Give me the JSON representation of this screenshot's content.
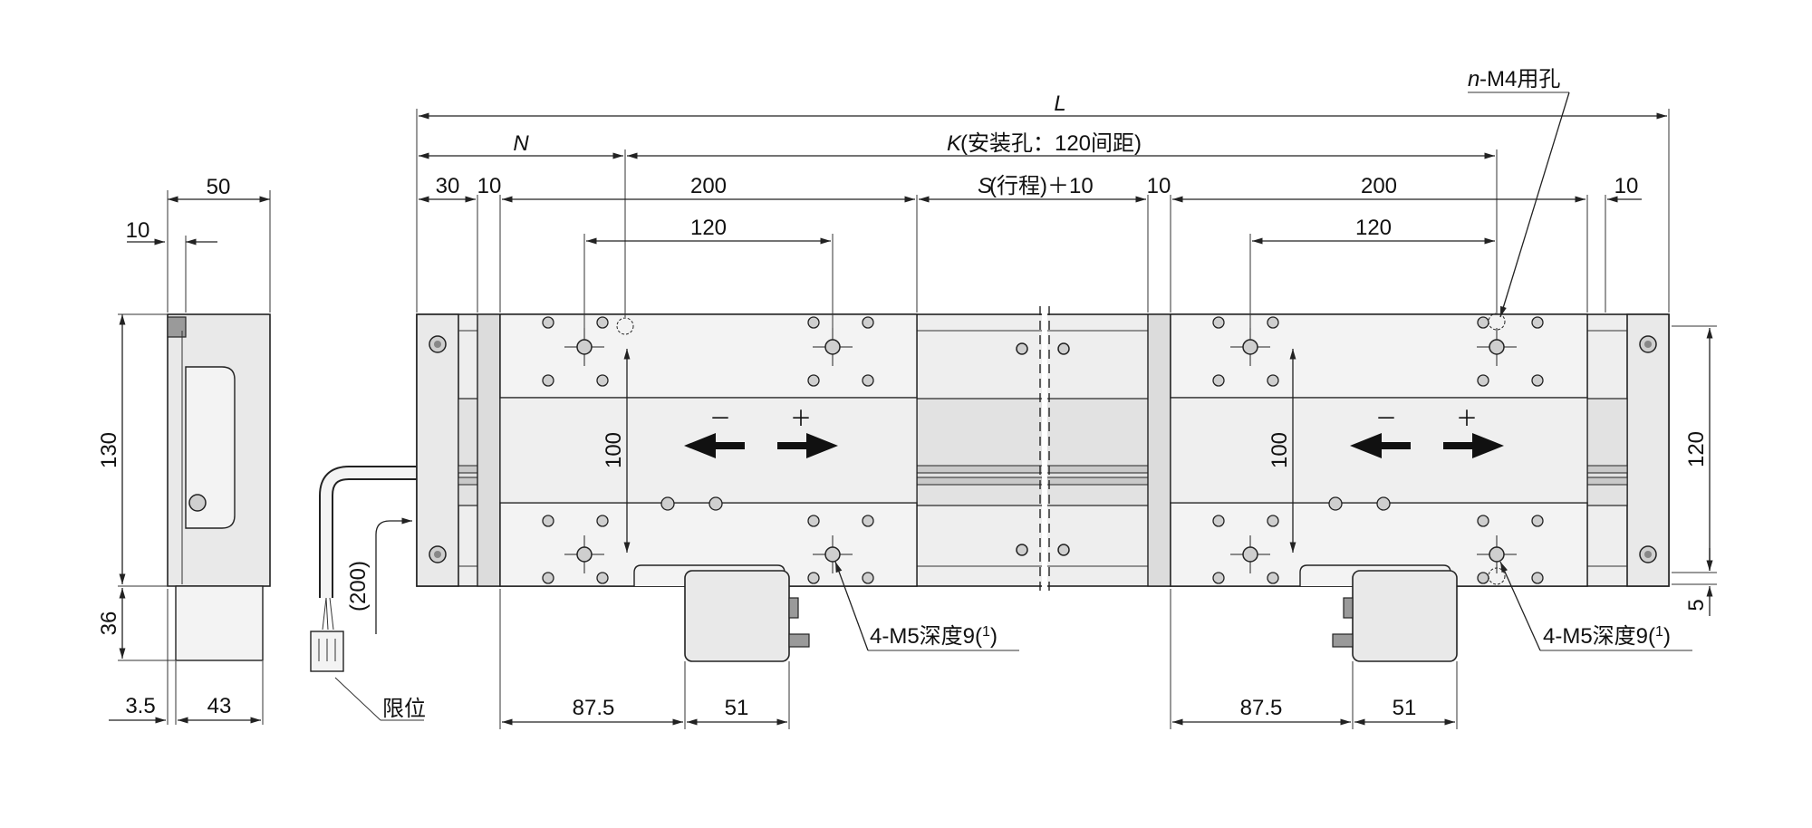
{
  "labels": {
    "L": "L",
    "N": "N",
    "K": "K",
    "K_note": "(安装孔：120间距)",
    "S": "S",
    "S_note": "(行程)＋10",
    "nm4": "n",
    "nm4_note": "-M4用孔",
    "m5_left": "4-M5深度9(",
    "m5_right": "4-M5深度9(",
    "m5_sup": "1",
    "m5_close": ")",
    "limit": "限位",
    "minus": "－",
    "plus": "＋"
  },
  "dims": {
    "d30": "30",
    "d10a": "10",
    "d200a": "200",
    "d10b": "10",
    "d200b": "200",
    "d10c": "10",
    "d120a": "120",
    "d120b": "120",
    "d100a": "100",
    "d100b": "100",
    "d120v": "120",
    "d5": "5",
    "d87a": "87.5",
    "d51a": "51",
    "d87b": "87.5",
    "d51b": "51",
    "side50": "50",
    "side10": "10",
    "side130": "130",
    "side36": "36",
    "side35": "3.5",
    "side43": "43",
    "cable200": "(200)"
  },
  "colors": {
    "line": "#222222",
    "body": "#e9e9e9",
    "panel": "#dcdcdc"
  }
}
